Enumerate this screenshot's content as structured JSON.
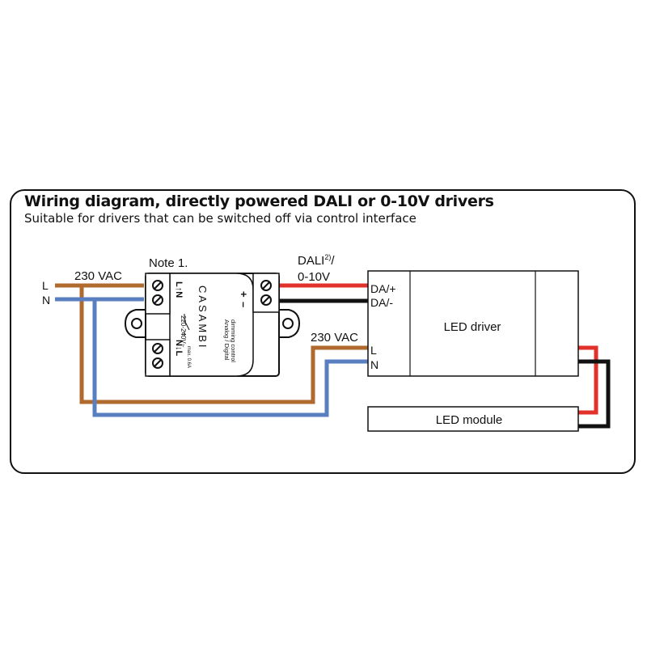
{
  "title": "Wiring diagram, directly powered DALI or 0-10V drivers",
  "subtitle": "Suitable for drivers that can be switched off via control interface",
  "labels": {
    "mains_voltage": "230 VAC",
    "line": "L",
    "neutral": "N",
    "note": "Note 1.",
    "dali_main": "DALI",
    "dali_sup": "2)",
    "dali_slash": "/",
    "zero_ten": "0-10V",
    "driver_voltage": "230 VAC",
    "da_plus": "DA/+",
    "da_minus": "DA/-",
    "driver_l": "L",
    "driver_n": "N",
    "plus": "+",
    "minus": "–"
  },
  "casambi": {
    "brand": "CASAMBI",
    "l_up": "L↑N",
    "n_down": "N↓L",
    "rating": "220-240V~",
    "max_current": "max. 0.6A",
    "function_line1": "Analog / Digital",
    "function_line2": "dimming control"
  },
  "led_driver": {
    "label": "LED driver"
  },
  "led_module": {
    "label": "LED module"
  },
  "colors": {
    "brown": "#b06a2e",
    "blue": "#5a7fc0",
    "red": "#e0312a",
    "black": "#111111",
    "outline": "#111111"
  }
}
